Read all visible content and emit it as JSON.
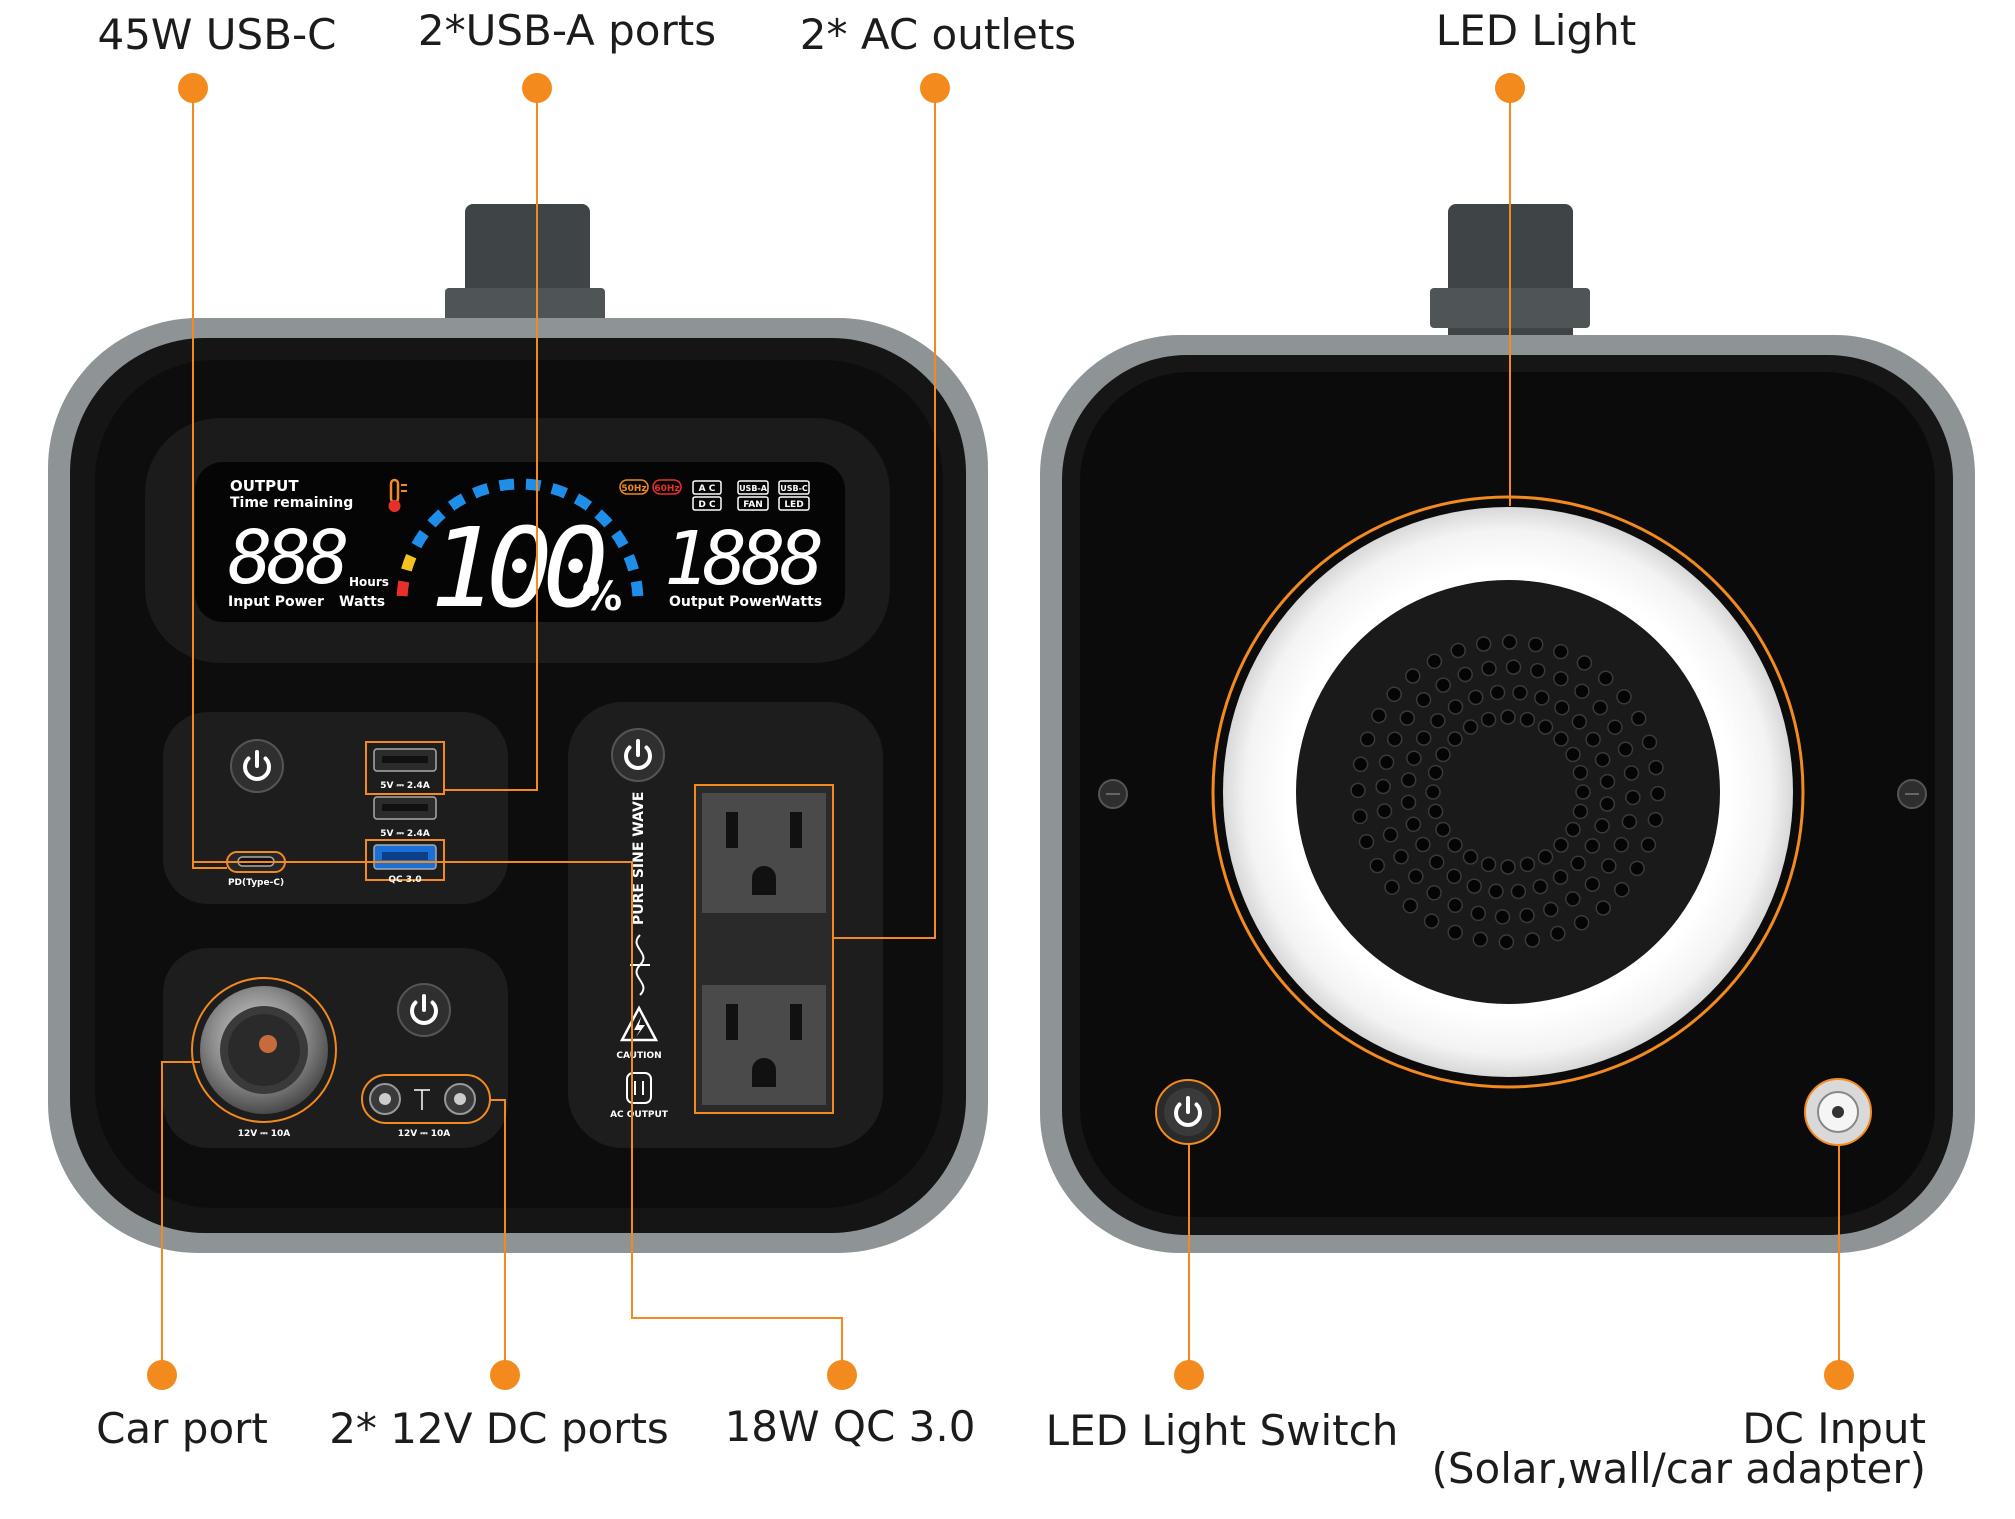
{
  "callouts": {
    "usb_c": "45W USB-C",
    "usb_a": "2*USB-A ports",
    "ac_outlets": "2* AC outlets",
    "led_light": "LED Light",
    "car_port": "Car port",
    "dc_ports": "2* 12V DC ports",
    "qc": "18W QC 3.0",
    "led_switch": "LED Light Switch",
    "dc_input": "DC Input",
    "dc_input_sub": "(Solar,wall/car adapter)"
  },
  "display": {
    "output": "OUTPUT",
    "time_remaining": "Time remaining",
    "left_digits": "888",
    "hours": "Hours",
    "input_power": "Input Power",
    "watts_left": "Watts",
    "percent": "100",
    "percent_sign": "%",
    "freq_50": "50Hz",
    "freq_60": "60Hz",
    "ac": "A C",
    "dc": "D C",
    "usb_a": "USB-A",
    "fan": "FAN",
    "usb_c": "USB-C",
    "led": "LED",
    "right_digits": "1888",
    "output_power": "Output Power",
    "watts_right": "Watts"
  },
  "port_labels": {
    "usba_1": "5V ⎓ 2.4A",
    "usba_2": "5V ⎓ 2.4A",
    "qc": "QC 3.0",
    "pd": "PD(Type-C)",
    "car": "12V ⎓ 10A",
    "dc": "12V ⎓ 10A",
    "pure_sine": "PURE SINE WAVE",
    "caution": "CAUTION",
    "ac_output": "AC OUTPUT"
  },
  "colors": {
    "accent_orange": "#f28a1e",
    "device_frame": "#8e9395",
    "device_body": "#111111",
    "gauge_blue": "#1e8ee8",
    "gauge_yellow": "#f2c21e",
    "gauge_red": "#e8302a"
  },
  "icons": [
    "power-icon",
    "thermometer-icon",
    "sine-wave-icon",
    "caution-icon"
  ]
}
